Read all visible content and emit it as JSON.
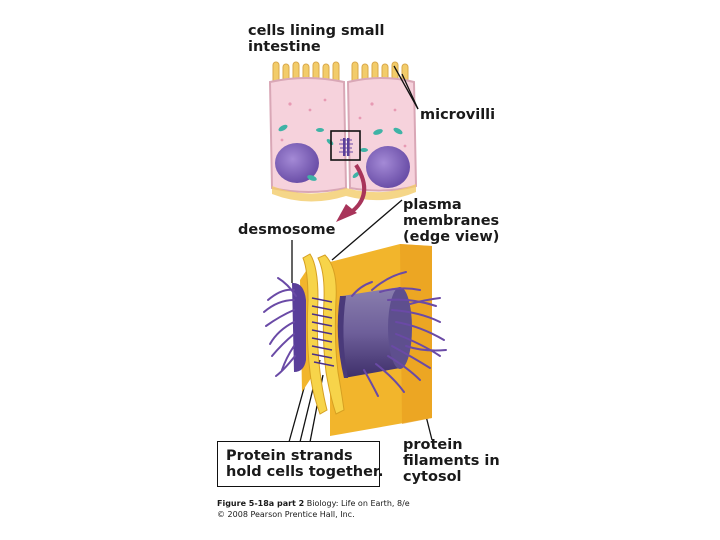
{
  "labels": {
    "cells": "cells lining small\nintestine",
    "microvilli": "microvilli",
    "plasma": "plasma\nmembranes\n(edge view)",
    "desmosome": "desmosome",
    "strands": "Protein strands\nhold cells together.",
    "filaments": "protein\nfilaments in\ncytosol"
  },
  "caption": {
    "figure": "Figure 5-18a part 2",
    "book": " Biology: Life on Earth, 8/e",
    "copyright": "© 2008 Pearson Prentice Hall, Inc."
  },
  "colors": {
    "cell_fill": "#f6d2dc",
    "cell_edge": "#d9a7b6",
    "microvilli": "#f2cc6a",
    "nucleus": "#8a6bc0",
    "organelle": "#3fb3a6",
    "arrow": "#a8345a",
    "membrane": "#f4c534",
    "membrane_dark": "#e8a825",
    "filament": "#6a4aa6"
  }
}
